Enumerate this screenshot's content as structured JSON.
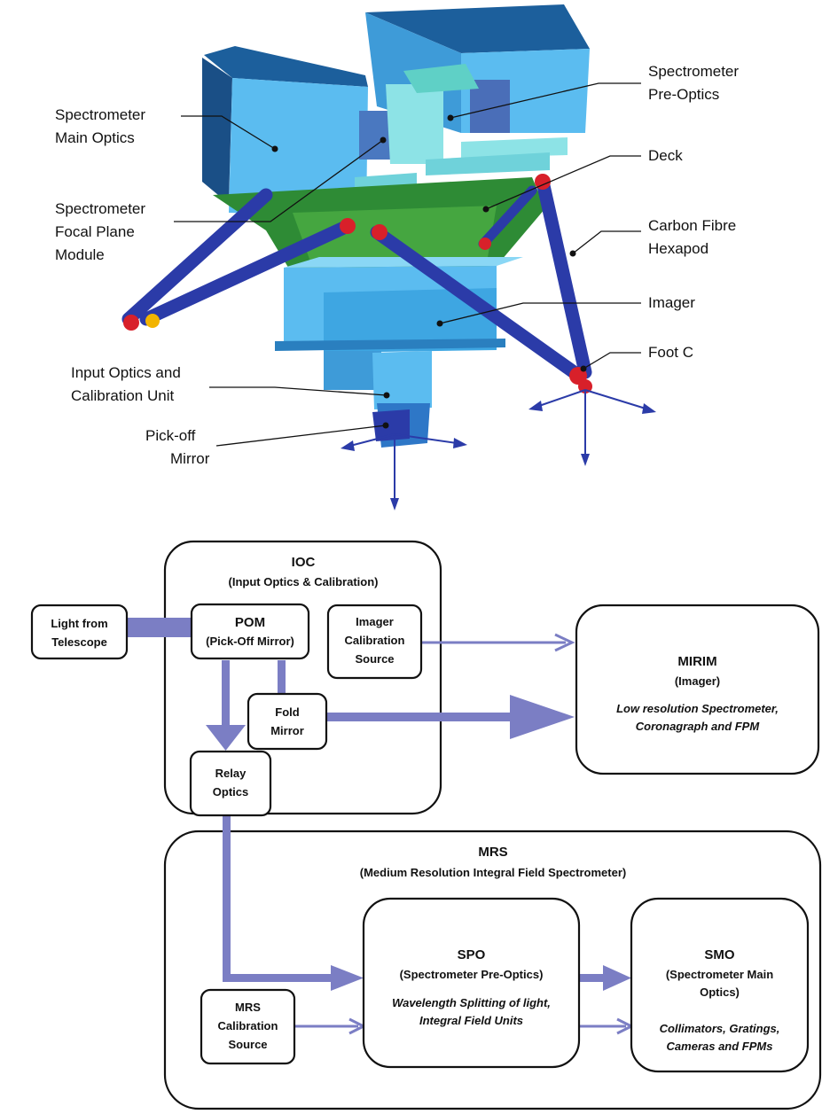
{
  "instrument_labels": {
    "spectrometer_main_optics": [
      "Spectrometer",
      "Main Optics"
    ],
    "spectrometer_focal_plane_module": [
      "Spectrometer",
      "Focal Plane",
      "Module"
    ],
    "input_optics_calibration_unit": [
      "Input Optics and",
      "Calibration Unit"
    ],
    "pick_off_mirror": [
      "Pick-off",
      "Mirror"
    ],
    "spectrometer_pre_optics": [
      "Spectrometer",
      "Pre-Optics"
    ],
    "deck": [
      "Deck"
    ],
    "carbon_fibre_hexapod": [
      "Carbon Fibre",
      "Hexapod"
    ],
    "imager": [
      "Imager"
    ],
    "foot_c": [
      "Foot C"
    ]
  },
  "block_diagram": {
    "ioc": {
      "title": "IOC",
      "subtitle": "(Input Optics & Calibration)"
    },
    "light_from_telescope": [
      "Light from",
      "Telescope"
    ],
    "pom": {
      "title": "POM",
      "subtitle": "(Pick-Off Mirror)"
    },
    "imager_calibration_source": [
      "Imager",
      "Calibration",
      "Source"
    ],
    "fold_mirror": [
      "Fold",
      "Mirror"
    ],
    "relay_optics": [
      "Relay",
      "Optics"
    ],
    "mirim": {
      "title": "MIRIM",
      "subtitle": "(Imager)",
      "description": [
        "Low resolution Spectrometer,",
        "Coronagraph and FPM"
      ]
    },
    "mrs": {
      "title": "MRS",
      "subtitle": "(Medium Resolution Integral Field Spectrometer)"
    },
    "mrs_calibration_source": [
      "MRS",
      "Calibration",
      "Source"
    ],
    "spo": {
      "title": "SPO",
      "subtitle": "(Spectrometer Pre-Optics)",
      "description": [
        "Wavelength Splitting of light,",
        "Integral Field Units"
      ]
    },
    "smo": {
      "title": "SMO",
      "subtitle": [
        "(Spectrometer Main",
        "Optics)"
      ],
      "description": [
        "Collimators, Gratings,",
        "Cameras and FPMs"
      ]
    }
  },
  "colors": {
    "flow_arrow": "#7b7ec4",
    "optics_blue_light": "#5bbcf0",
    "optics_blue_dark": "#1f5f9a",
    "deck_green": "#2e8b35",
    "hexapod_strut": "#2b3ba8",
    "joint_red": "#d8202a"
  }
}
